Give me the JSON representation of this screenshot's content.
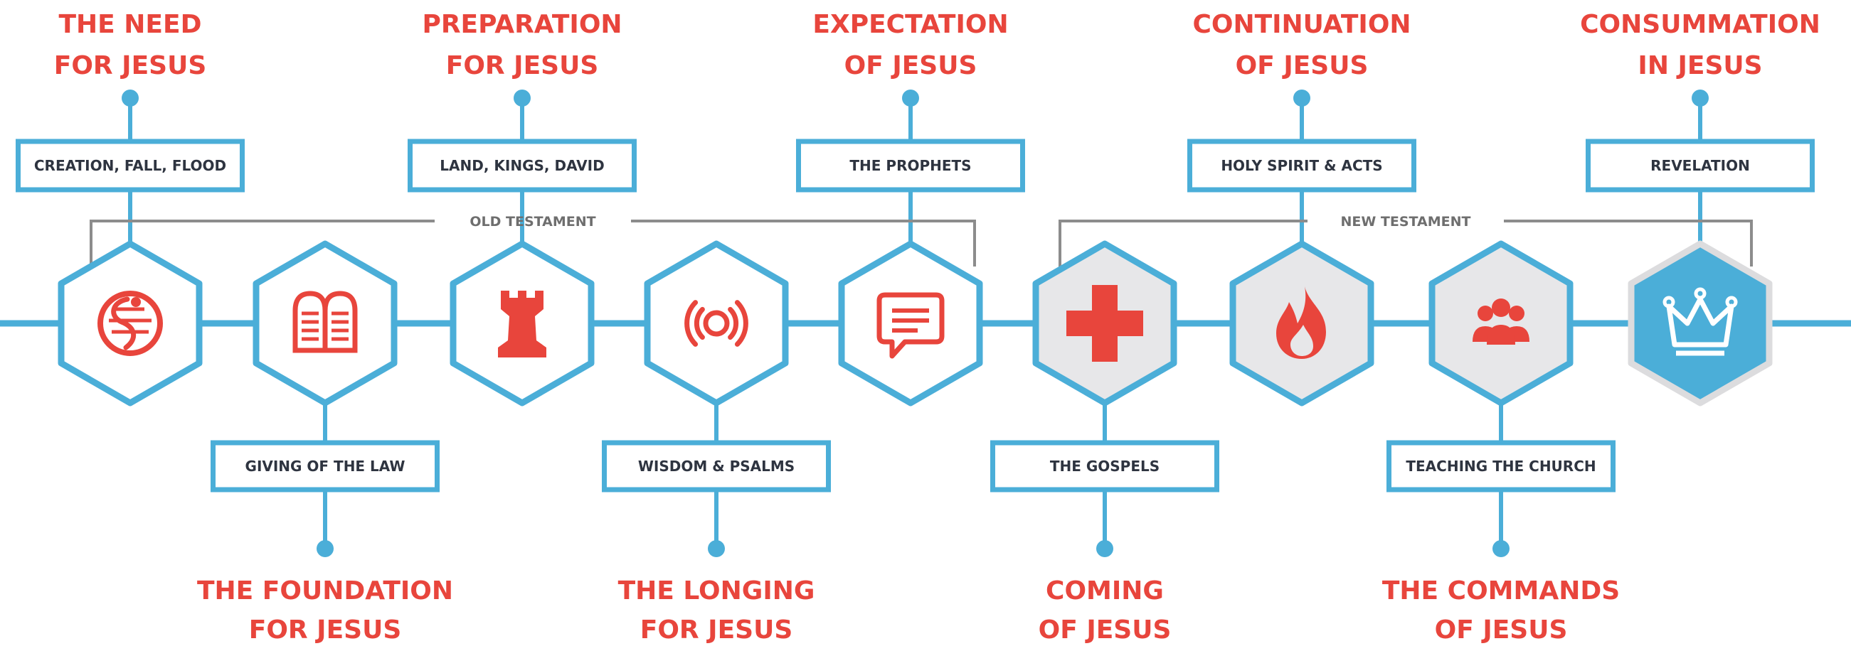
{
  "colors": {
    "accent_red": "#E8453C",
    "line_blue": "#4BAED8",
    "bracket_gray": "#8C8C8C",
    "label_dark": "#2E3440",
    "highlight_fill": "#4BAED8",
    "muted_fill": "#E7E7E9"
  },
  "testaments": {
    "old": "OLD TESTAMENT",
    "new": "NEW TESTAMENT"
  },
  "stages": [
    {
      "heading": [
        "THE NEED",
        "FOR JESUS"
      ],
      "box": "CREATION, FALL, FLOOD",
      "icon": "serpent-icon",
      "state": "plain"
    },
    {
      "heading": [
        "THE FOUNDATION",
        "FOR JESUS"
      ],
      "box": "GIVING OF THE LAW",
      "icon": "law-tablets-icon",
      "state": "plain"
    },
    {
      "heading": [
        "PREPARATION",
        "FOR JESUS"
      ],
      "box": "LAND, KINGS, DAVID",
      "icon": "tower-icon",
      "state": "plain"
    },
    {
      "heading": [
        "THE LONGING",
        "FOR JESUS"
      ],
      "box": "WISDOM & PSALMS",
      "icon": "broadcast-icon",
      "state": "plain"
    },
    {
      "heading": [
        "EXPECTATION",
        "OF JESUS"
      ],
      "box": "THE PROPHETS",
      "icon": "speech-bubble-icon",
      "state": "plain"
    },
    {
      "heading": [
        "COMING",
        "OF JESUS"
      ],
      "box": "THE GOSPELS",
      "icon": "cross-icon",
      "state": "muted"
    },
    {
      "heading": [
        "CONTINUATION",
        "OF JESUS"
      ],
      "box": "HOLY SPIRIT & ACTS",
      "icon": "fire-icon",
      "state": "muted"
    },
    {
      "heading": [
        "THE COMMANDS",
        "OF JESUS"
      ],
      "box": "TEACHING THE CHURCH",
      "icon": "people-icon",
      "state": "muted"
    },
    {
      "heading": [
        "CONSUMMATION",
        "IN JESUS"
      ],
      "box": "REVELATION",
      "icon": "crown-icon",
      "state": "highlight"
    }
  ]
}
